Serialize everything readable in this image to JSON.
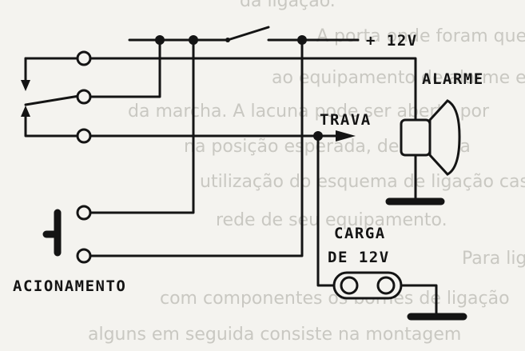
{
  "labels": {
    "supply": "+ 12V",
    "alarm": "ALARME",
    "lock": "TRAVA",
    "load_line1": "CARGA",
    "load_line2": "DE 12V",
    "trigger": "ACIONAMENTO"
  },
  "background_text": [
    "da ligação.",
    "A porta onde foram quebrados muito",
    "ao equipamento de alarme e também",
    "da marcha. A lacuna pode ser aberta por",
    "na posição esperada, depende a",
    "utilização do esquema de ligação caso",
    "rede de seu equipamento.",
    "Para ligarmos a alimentação e fazer",
    "com componentes os bornes de ligação",
    "alguns em seguida consiste na montagem"
  ],
  "colors": {
    "ink": "#141414",
    "paper": "#f4f3ef",
    "bleed": "#c9c8c2"
  }
}
